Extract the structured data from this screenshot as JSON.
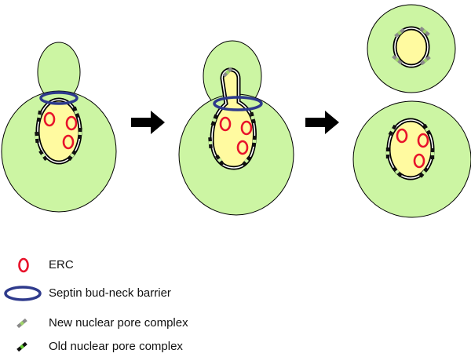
{
  "colors": {
    "cell_fill": "#ccf5a3",
    "nucleus_fill": "#fffaa0",
    "erc": "#e8132b",
    "septin": "#2e3a8c",
    "new_npc": "#8fbf6a",
    "old_npc": "#111111",
    "arrow": "#000000"
  },
  "stages": [
    {
      "name": "pre-division"
    },
    {
      "name": "nuclear-migration"
    },
    {
      "name": "post-division"
    }
  ],
  "legend": [
    {
      "id": "erc",
      "icon": "red-ring-icon",
      "label": "ERC"
    },
    {
      "id": "septin",
      "icon": "blue-ring-icon",
      "label": "Septin bud-neck barrier"
    },
    {
      "id": "new_npc",
      "icon": "grey-green-pore-icon",
      "label": "New nuclear pore complex"
    },
    {
      "id": "old_npc",
      "icon": "black-green-pore-icon",
      "label": "Old nuclear pore complex"
    }
  ]
}
